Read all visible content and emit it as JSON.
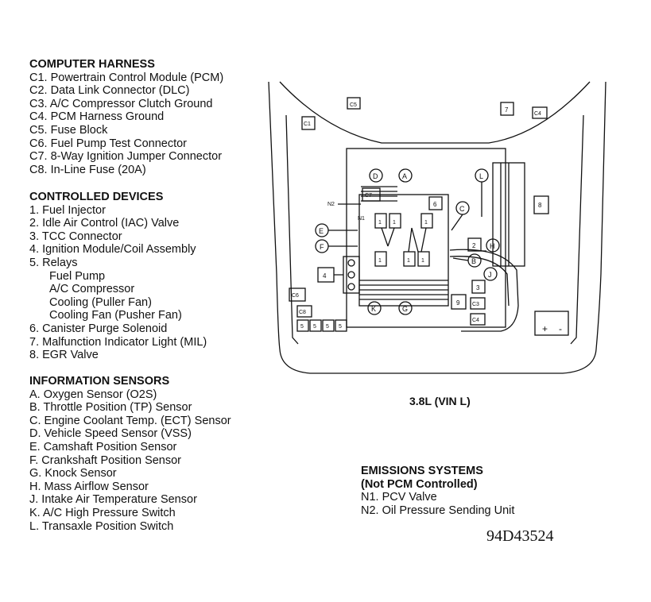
{
  "harness": {
    "title": "COMPUTER HARNESS",
    "items": [
      "C1. Powertrain Control Module (PCM)",
      "C2. Data Link Connector (DLC)",
      "C3. A/C Compressor Clutch Ground",
      "C4. PCM Harness Ground",
      "C5. Fuse Block",
      "C6. Fuel Pump Test Connector",
      "C7. 8-Way Ignition Jumper Connector",
      "C8. In-Line Fuse (20A)"
    ]
  },
  "devices": {
    "title": "CONTROLLED DEVICES",
    "items": [
      "1. Fuel Injector",
      "2. Idle Air Control (IAC) Valve",
      "3. TCC Connector",
      "4. Ignition Module/Coil Assembly",
      "5. Relays"
    ],
    "relays": [
      "Fuel Pump",
      "A/C Compressor",
      "Cooling (Puller Fan)",
      "Cooling Fan (Pusher Fan)"
    ],
    "items_after": [
      "6. Canister Purge Solenoid",
      "7. Malfunction Indicator Light (MIL)",
      "8. EGR Valve"
    ]
  },
  "sensors": {
    "title": "INFORMATION SENSORS",
    "items": [
      "A. Oxygen Sensor (O2S)",
      "B. Throttle Position (TP) Sensor",
      "C. Engine Coolant Temp. (ECT) Sensor",
      "D. Vehicle Speed Sensor (VSS)",
      "E. Camshaft Position Sensor",
      "F. Crankshaft Position Sensor",
      "G. Knock Sensor",
      "H. Mass Airflow Sensor",
      "J. Intake Air Temperature Sensor",
      "K. A/C High Pressure Switch",
      "L. Transaxle Position Switch"
    ]
  },
  "emissions": {
    "title": "EMISSIONS SYSTEMS",
    "subtitle": "(Not PCM Controlled)",
    "items": [
      "N1. PCV Valve",
      "N2. Oil Pressure Sending Unit"
    ]
  },
  "caption": "3.8L (VIN L)",
  "code": "94D43524",
  "diagram_labels": {
    "c5": "C5",
    "c1": "C1",
    "c7_top": "7",
    "c4_top": "C4",
    "b_box": "8",
    "d": "D",
    "a": "A",
    "l": "L",
    "c7": "C7",
    "n2": "N2",
    "n1": "N1",
    "six": "6",
    "c": "C",
    "e": "E",
    "f": "F",
    "two": "2",
    "h": "H",
    "b": "B",
    "four": "4",
    "j": "J",
    "three": "3",
    "c6": "C6",
    "c8": "C8",
    "k": "K",
    "g": "G",
    "nine": "9",
    "c3": "C3",
    "c4": "C4",
    "one": "1",
    "five": "5",
    "plus": "+",
    "minus": "-"
  }
}
